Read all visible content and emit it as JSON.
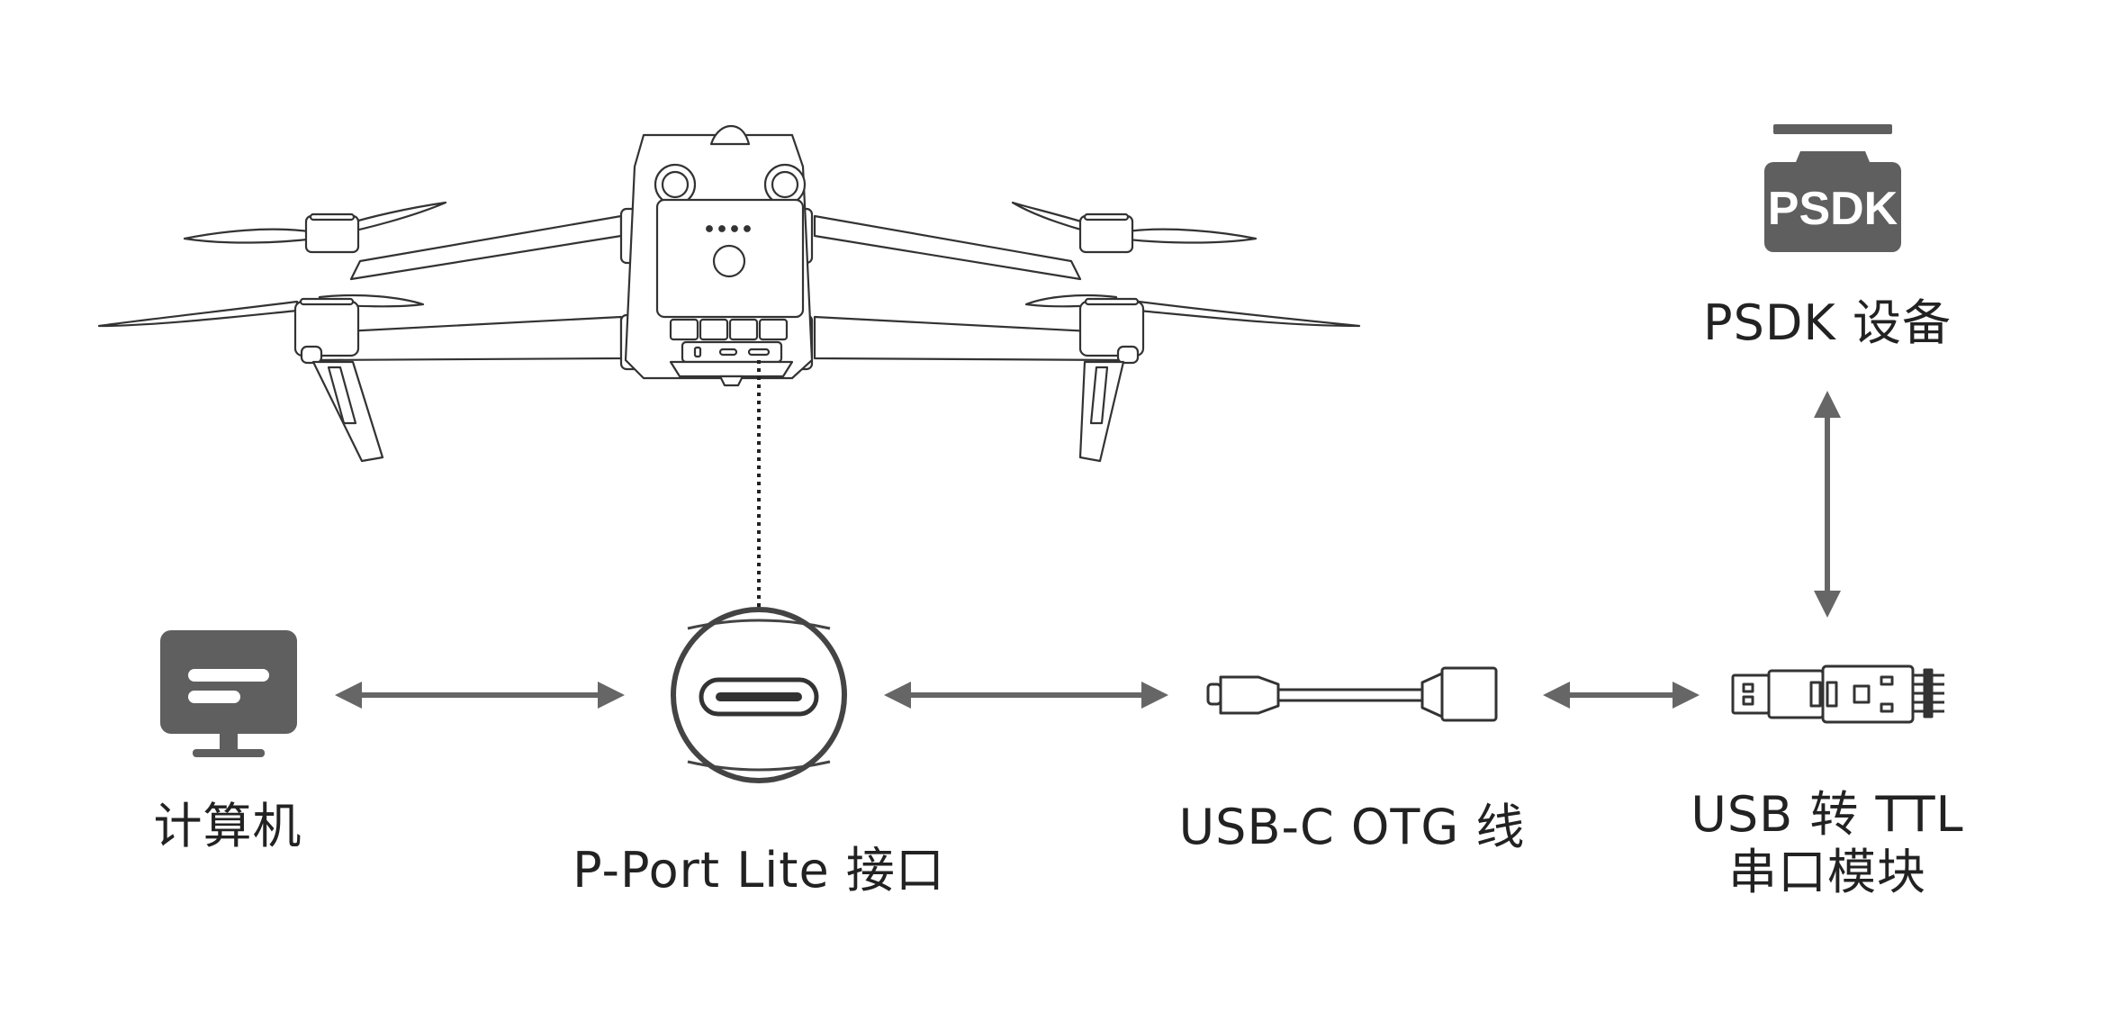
{
  "labels": {
    "computer": "计算机",
    "port": "P-Port Lite 接口",
    "otg_cable": "USB-C OTG 线",
    "ttl_line1": "USB 转 TTL",
    "ttl_line2": "串口模块",
    "psdk_device": "PSDK 设备",
    "psdk_badge": "PSDK"
  },
  "icons": {
    "drone": "drone-icon",
    "computer": "monitor-icon",
    "port": "usb-c-port-icon",
    "otg_cable": "usb-c-otg-cable-icon",
    "ttl_module": "usb-ttl-module-icon",
    "psdk": "psdk-device-icon"
  },
  "colors": {
    "icon_fill": "#5f5f5f",
    "arrow": "#666666",
    "line": "#333333",
    "text": "#222222"
  }
}
